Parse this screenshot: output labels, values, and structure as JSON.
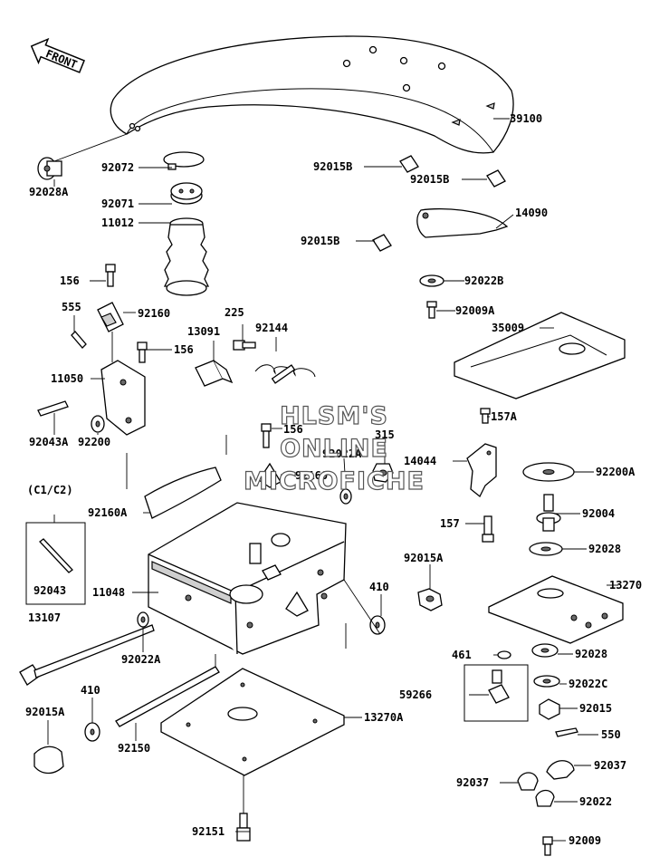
{
  "watermark": {
    "line1": "HLSM'S",
    "line2": "ONLINE",
    "line3": "MICROFICHE"
  },
  "front_arrow_label": "FRONT",
  "variant_box_label": "(C1/C2)",
  "part_labels": {
    "p39100": "39100",
    "p92028A": "92028A",
    "p92072": "92072",
    "p92071": "92071",
    "p11012": "11012",
    "p156a": "156",
    "p92015B_1": "92015B",
    "p92015B_2": "92015B",
    "p92015B_3": "92015B",
    "p14090": "14090",
    "p92022B": "92022B",
    "p92009A": "92009A",
    "p35009": "35009",
    "p555": "555",
    "p92160a": "92160",
    "p225": "225",
    "p92144": "92144",
    "p13091": "13091",
    "p156b": "156",
    "p11050": "11050",
    "p92043A": "92043A",
    "p92200": "92200",
    "p156c": "156",
    "p315": "315",
    "p92022A_top": "92022A",
    "p92160b": "92160",
    "p14044": "14044",
    "p157A": "157A",
    "p92200A": "92200A",
    "p92160A": "92160A",
    "p92043": "92043",
    "p92004": "92004",
    "p157": "157",
    "p92015A_mid": "92015A",
    "p92028_a": "92028",
    "p11048": "11048",
    "p13270": "13270",
    "p410_a": "410",
    "p13107": "13107",
    "p92022A_bot": "92022A",
    "p461": "461",
    "p92028_b": "92028",
    "p59266": "59266",
    "p92022C": "92022C",
    "p410_b": "410",
    "p92015": "92015",
    "p92015A_bot": "92015A",
    "p13270A": "13270A",
    "p550": "550",
    "p92150": "92150",
    "p92037a": "92037",
    "p92037b": "92037",
    "p92022": "92022",
    "p92151": "92151",
    "p92009": "92009"
  }
}
